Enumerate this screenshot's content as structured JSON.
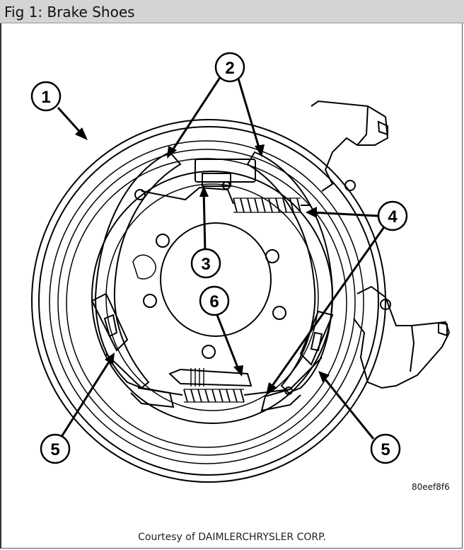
{
  "figure": {
    "title": "Fig 1: Brake Shoes",
    "image_code": "80eef8f6",
    "credit": "Courtesy of DAIMLERCHRYSLER CORP."
  },
  "callouts": [
    {
      "id": "1",
      "label": "1"
    },
    {
      "id": "2",
      "label": "2"
    },
    {
      "id": "3",
      "label": "3"
    },
    {
      "id": "4",
      "label": "4"
    },
    {
      "id": "5a",
      "label": "5"
    },
    {
      "id": "5b",
      "label": "5"
    },
    {
      "id": "6",
      "label": "6"
    }
  ],
  "colors": {
    "line": "#000000",
    "background": "#ffffff",
    "title_bar": "#d4d4d4"
  }
}
